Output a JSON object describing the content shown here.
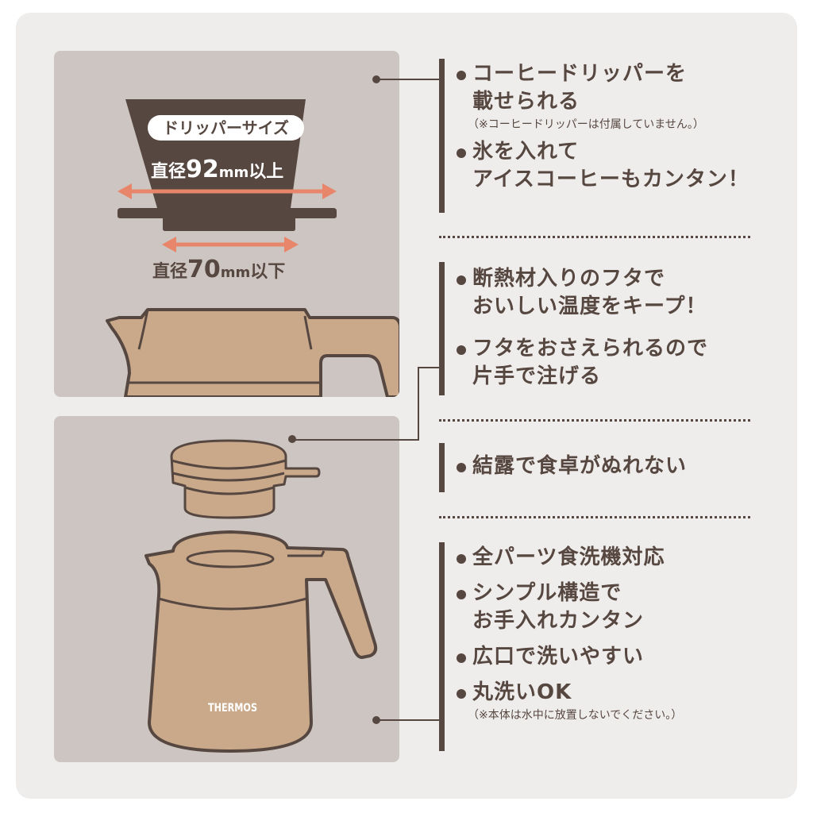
{
  "colors": {
    "background": "#ffffff",
    "card": "#efedeb",
    "panel": "#cdc5c1",
    "dark_brown": "#574741",
    "tan": "#c9a98a",
    "arrow": "#e8866b",
    "white": "#ffffff"
  },
  "illustration_top": {
    "dripper_label": "ドリッパーサイズ",
    "upper_dimension": {
      "prefix": "直径",
      "number": "92",
      "unit": "mm",
      "suffix": "以上"
    },
    "lower_dimension": {
      "prefix": "直径",
      "number": "70",
      "unit": "mm",
      "suffix": "以下"
    }
  },
  "illustration_bottom": {
    "brand": "THERMOS"
  },
  "features": [
    {
      "items": [
        {
          "lines": [
            "コーヒードリッパーを",
            "載せられる"
          ],
          "note": "（※コーヒードリッパーは付属していません。）"
        },
        {
          "lines": [
            "氷を入れて",
            "アイスコーヒーもカンタン！"
          ]
        }
      ]
    },
    {
      "items": [
        {
          "lines": [
            "断熱材入りのフタで",
            "おいしい温度をキープ！"
          ]
        },
        {
          "lines": [
            "フタをおさえられるので",
            "片手で注げる"
          ]
        }
      ]
    },
    {
      "items": [
        {
          "lines": [
            "結露で食卓がぬれない"
          ]
        }
      ]
    },
    {
      "items": [
        {
          "lines": [
            "全パーツ食洗機対応"
          ]
        },
        {
          "lines": [
            "シンプル構造で",
            "お手入れカンタン"
          ]
        },
        {
          "lines": [
            "広口で洗いやすい"
          ]
        },
        {
          "lines": [
            "丸洗いOK"
          ],
          "note": "（※本体は水中に放置しないでください。）"
        }
      ]
    }
  ]
}
